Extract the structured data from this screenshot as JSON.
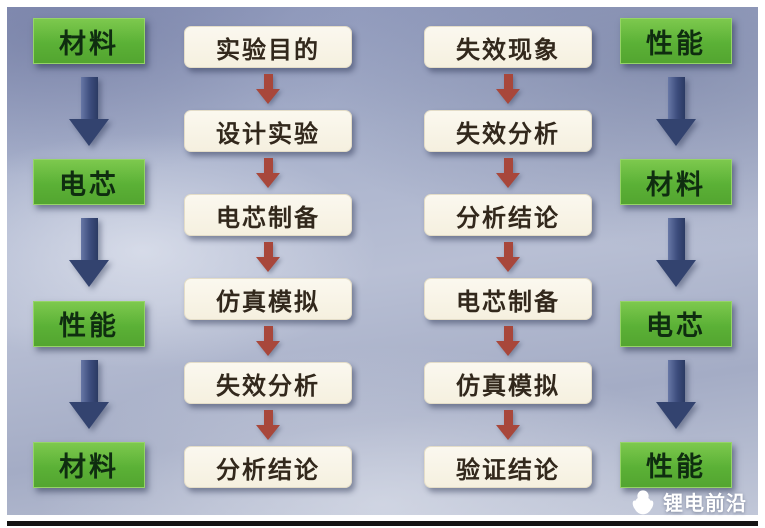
{
  "left_outer": {
    "items": [
      "材料",
      "电芯",
      "性能",
      "材料"
    ]
  },
  "left_inner": {
    "items": [
      "实验目的",
      "设计实验",
      "电芯制备",
      "仿真模拟",
      "失效分析",
      "分析结论"
    ]
  },
  "right_inner": {
    "items": [
      "失效现象",
      "失效分析",
      "分析结论",
      "电芯制备",
      "仿真模拟",
      "验证结论"
    ]
  },
  "right_outer": {
    "items": [
      "性能",
      "材料",
      "电芯",
      "性能"
    ]
  },
  "watermark": {
    "label": "锂电前沿",
    "icon": "penguin-icon"
  },
  "colors": {
    "green_box": "#5bb136",
    "cream_box": "#f8f4e6",
    "blue_arrow": "#33436f",
    "red_arrow": "#a8473b",
    "background": "#a9b2cc"
  }
}
